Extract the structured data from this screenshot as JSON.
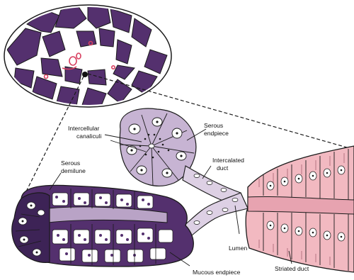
{
  "figure": {
    "labels": {
      "intercellular_canaliculi": [
        "Intercellular",
        "canaliculi"
      ],
      "serous_endpiece": [
        "Serous",
        "endpiece"
      ],
      "intercalated_duct": [
        "Intercalated",
        "duct"
      ],
      "serous_demilune": [
        "Serous",
        "demilune"
      ],
      "lumen": "Lumen",
      "mucous_endpiece": "Mucous endpiece",
      "striated_duct": "Striated duct"
    },
    "colors": {
      "outline": "#1a1a1a",
      "deep_purple": "#54306e",
      "light_lavender": "#c7b4d3",
      "pale_lavender": "#ddd0e4",
      "pink_duct": "#f2b9c1",
      "duct_lumen_pink": "#e7a3b0",
      "vessel_red": "#d84060"
    }
  }
}
